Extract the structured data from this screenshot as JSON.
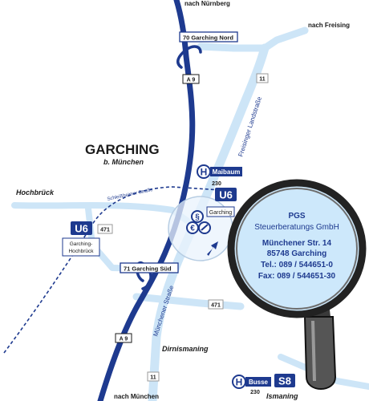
{
  "colors": {
    "autobahn": "#1e3a8f",
    "road": "#cde5f7",
    "bubble": "#cde8fb",
    "ubahn": "#1e3a8f",
    "text_dark": "#1a1a1a",
    "text_blue": "#1e3a8f"
  },
  "labels": {
    "north_to": "nach Nürnberg",
    "northeast_to": "nach Freising",
    "south_to": "nach München",
    "town": "GARCHING",
    "town_sub": "b. München",
    "hochbrueck": "Hochbrück",
    "dirnismaning": "Dirnismaning",
    "ismaning": "Ismaning",
    "freisinger_str": "Freisinger Landstraße",
    "muenchener_str": "Münchener Straße",
    "schleissheimer_str": "Schleißheimer Straße",
    "garching_small": "Garching"
  },
  "shields": {
    "exit_north": "70 Garching Nord",
    "exit_south": "71 Garching Süd",
    "a9_north": "A 9",
    "a9_south": "A 9",
    "route_11_north": "11",
    "route_11_south": "11",
    "route_471_west": "471",
    "route_471_east": "471"
  },
  "stops": {
    "maibaum_H": "H",
    "maibaum_name": "Maibaum",
    "maibaum_line": "230",
    "u6_east": "U6",
    "u6_west": "U6",
    "u6_west_station": [
      "Garching-",
      "Hochbrück"
    ],
    "busse_H": "H",
    "busse_name": "Busse",
    "busse_line": "230",
    "s8": "S8"
  },
  "icons": {
    "paragraph": "§",
    "euro": "€",
    "arrow": "up-right-arrow"
  },
  "company": {
    "name": "PGS",
    "subtitle": "Steuerberatungs GmbH",
    "street": "Münchener Str. 14",
    "city": "85748 Garching",
    "tel": "Tel.: 089 / 544651-0",
    "fax": "Fax: 089 / 544651-30"
  }
}
